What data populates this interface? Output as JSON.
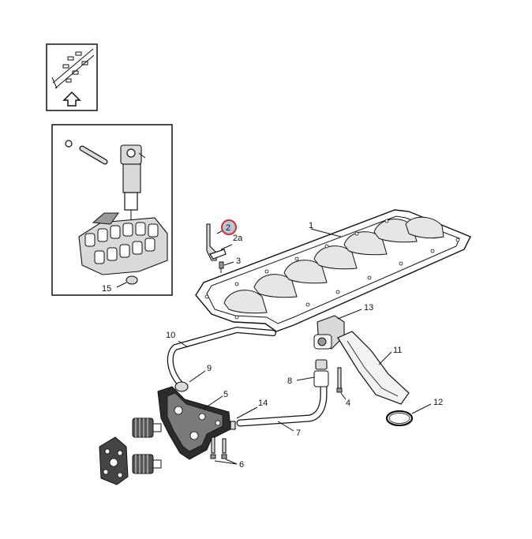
{
  "nav": {
    "arrow_icon": "up-arrow-icon"
  },
  "callouts": {
    "c1": "1",
    "c2": "2",
    "c2a": "2a",
    "c3": "3",
    "c4": "4",
    "c5": "5",
    "c6": "6",
    "c7": "7",
    "c8": "8",
    "c9": "9",
    "c10": "10",
    "c11": "11",
    "c12": "12",
    "c13": "13",
    "c14": "14",
    "c15": "15"
  },
  "colors": {
    "highlight_ring": "#d0302f",
    "highlight_fill": "#b8c7d8",
    "line": "#111111"
  }
}
